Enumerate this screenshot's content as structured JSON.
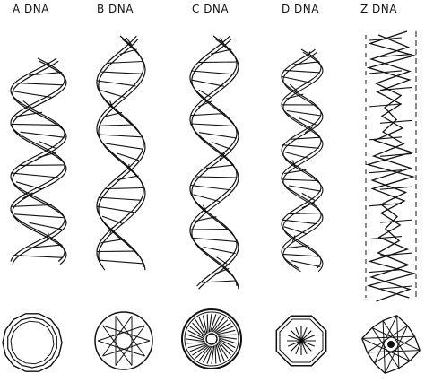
{
  "figure": {
    "ink_color": "#111111",
    "background": "#ffffff",
    "forms": [
      {
        "label": "A DNA",
        "helix_style": "wide-double-helix",
        "cross_section": "double-ring-polygon"
      },
      {
        "label": "B DNA",
        "helix_style": "double-helix",
        "cross_section": "star-in-circle"
      },
      {
        "label": "C DNA",
        "helix_style": "double-helix",
        "cross_section": "dense-star-ring"
      },
      {
        "label": "D DNA",
        "helix_style": "tight-double-helix",
        "cross_section": "octagon-asterisk"
      },
      {
        "label": "Z DNA",
        "helix_style": "zigzag-helix",
        "cross_section": "irregular-star"
      }
    ]
  }
}
